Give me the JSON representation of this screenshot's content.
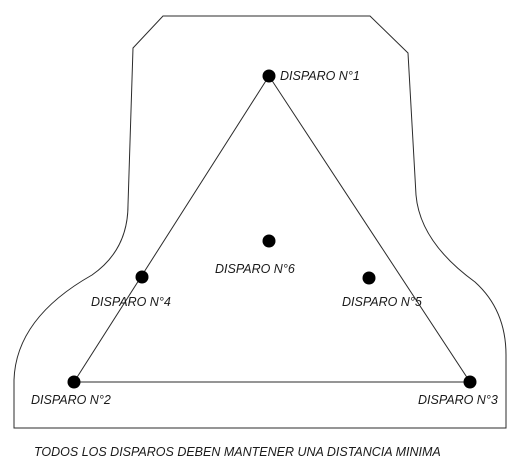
{
  "diagram": {
    "shots": [
      {
        "id": "1",
        "label": "DISPARO N°1"
      },
      {
        "id": "2",
        "label": "DISPARO N°2"
      },
      {
        "id": "3",
        "label": "DISPARO N°3"
      },
      {
        "id": "4",
        "label": "DISPARO N°4"
      },
      {
        "id": "5",
        "label": "DISPARO N°5"
      },
      {
        "id": "6",
        "label": "DISPARO N°6"
      }
    ],
    "caption": "TODOS LOS DISPAROS DEBEN MANTENER UNA DISTANCIA MINIMA"
  },
  "colors": {
    "line": "#2b2b2b",
    "dot": "#000000",
    "text": "#1a1a1a"
  }
}
